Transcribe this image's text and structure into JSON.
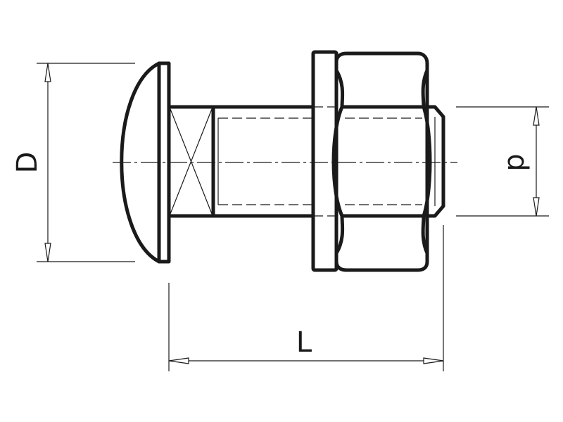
{
  "dimensions": {
    "head_diameter_label": "D",
    "thread_diameter_label": "d",
    "length_label": "L"
  },
  "colors": {
    "line": "#1a1a1a",
    "background": "#ffffff"
  }
}
